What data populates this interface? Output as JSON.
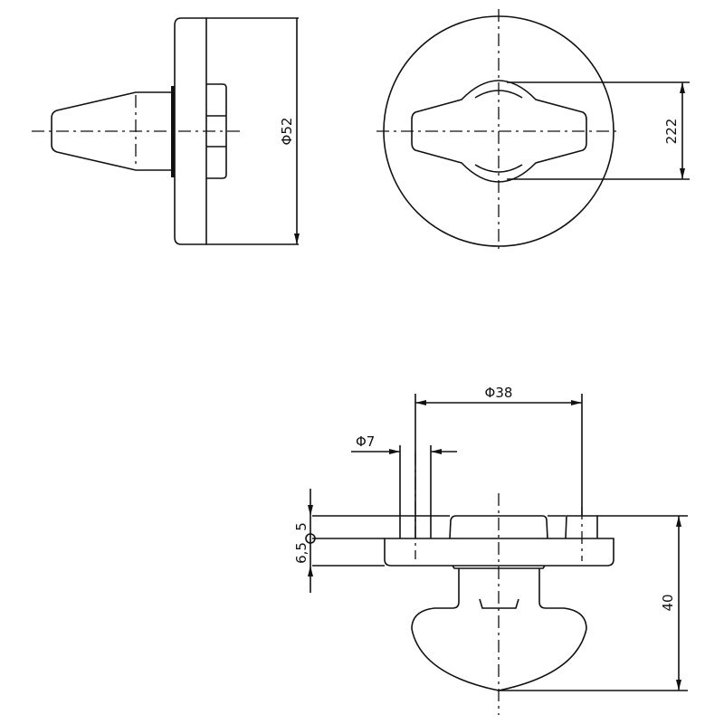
{
  "title": "Thumb turn technical drawing",
  "colors": {
    "line": "#111111",
    "background": "#ffffff"
  },
  "views": {
    "side": {
      "dimension_diameter": "Φ52"
    },
    "front": {
      "dimension_height": "222"
    },
    "bottom": {
      "dimension_bolt_circle": "Φ38",
      "dimension_hole": "Φ7",
      "dimension_boss_height": "5",
      "dimension_plate_thickness": "6,5",
      "dimension_total_height": "40"
    }
  }
}
